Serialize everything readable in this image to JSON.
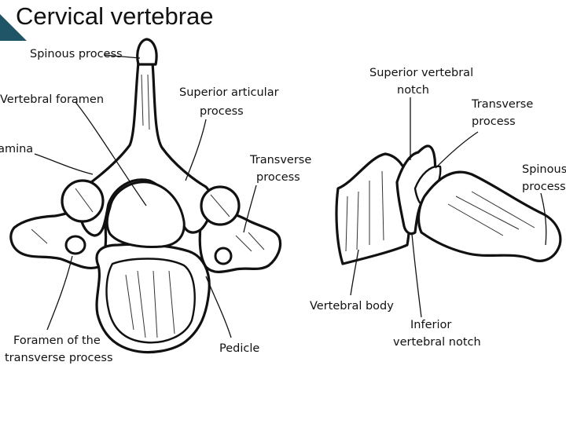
{
  "slide": {
    "title": "Cervical vertebrae",
    "accent_color": "#1f5566"
  },
  "labels": {
    "spinous_process_left": "Spinous process",
    "vertebral_foramen": "Vertebral foramen",
    "lamina": "Lamina",
    "superior_articular_line1": "Superior articular",
    "superior_articular_line2": "process",
    "transverse_left_line1": "Transverse",
    "transverse_left_line2": "process",
    "foramen_transverse_line1": "Foramen of the",
    "foramen_transverse_line2": "transverse process",
    "pedicle": "Pedicle",
    "superior_notch_line1": "Superior vertebral",
    "superior_notch_line2": "notch",
    "transverse_right_line1": "Transverse",
    "transverse_right_line2": "process",
    "spinous_right_line1": "Spinous",
    "spinous_right_line2": "process",
    "vertebral_body": "Vertebral body",
    "inferior_notch_line1": "Inferior",
    "inferior_notch_line2": "vertebral notch"
  }
}
